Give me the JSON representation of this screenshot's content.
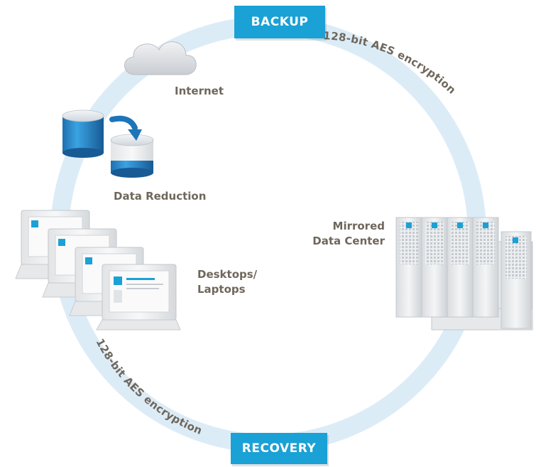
{
  "stages": {
    "backup": "BACKUP",
    "recovery": "RECOVERY"
  },
  "encryption": {
    "top": "128-bit AES encryption",
    "bottom": "128-bit AES encryption"
  },
  "nodes": {
    "internet": "Internet",
    "data_reduction": "Data Reduction",
    "desktops": [
      "Desktops/",
      "Laptops"
    ],
    "data_center": [
      "Mirrored",
      "Data Center"
    ]
  },
  "colors": {
    "ring": "#dcecf7",
    "accent": "#1aa1d6",
    "text": "#6f675c",
    "cylinder": "#2b8ed0"
  },
  "icons": [
    "cloud-icon",
    "database-icon",
    "reduce-arrow-icon",
    "laptop-icon",
    "server-rack-icon"
  ]
}
